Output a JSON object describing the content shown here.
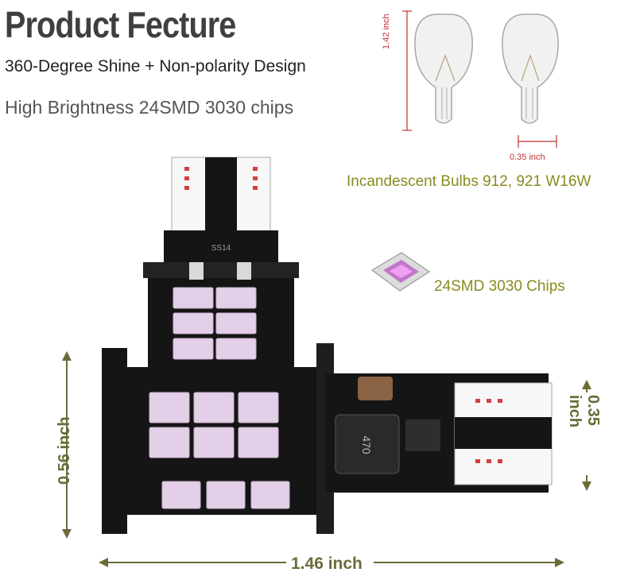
{
  "title": "Product Fecture",
  "features": [
    "360-Degree Shine + Non-polarity Design",
    "High Brightness 24SMD 3030 chips"
  ],
  "bulb_caption": "Incandescent Bulbs 912, 921 W16W",
  "chips_caption": "24SMD 3030 Chips",
  "dimensions": {
    "bulb_height": "1.42 inch",
    "bulb_base_width": "0.35 inch",
    "led_height": "0.56 inch",
    "led_base_width": "0.35 inch",
    "led_length": "1.46 inch"
  },
  "board_labels": {
    "inductor": "470",
    "ic": "SS14"
  },
  "colors": {
    "title": "#3f3f3f",
    "caption": "#8a8a20",
    "dimension_red": "#c03030",
    "dimension_dark": "#6b6b3a",
    "pcb": "#151515",
    "chip": "#e4cfe8"
  }
}
